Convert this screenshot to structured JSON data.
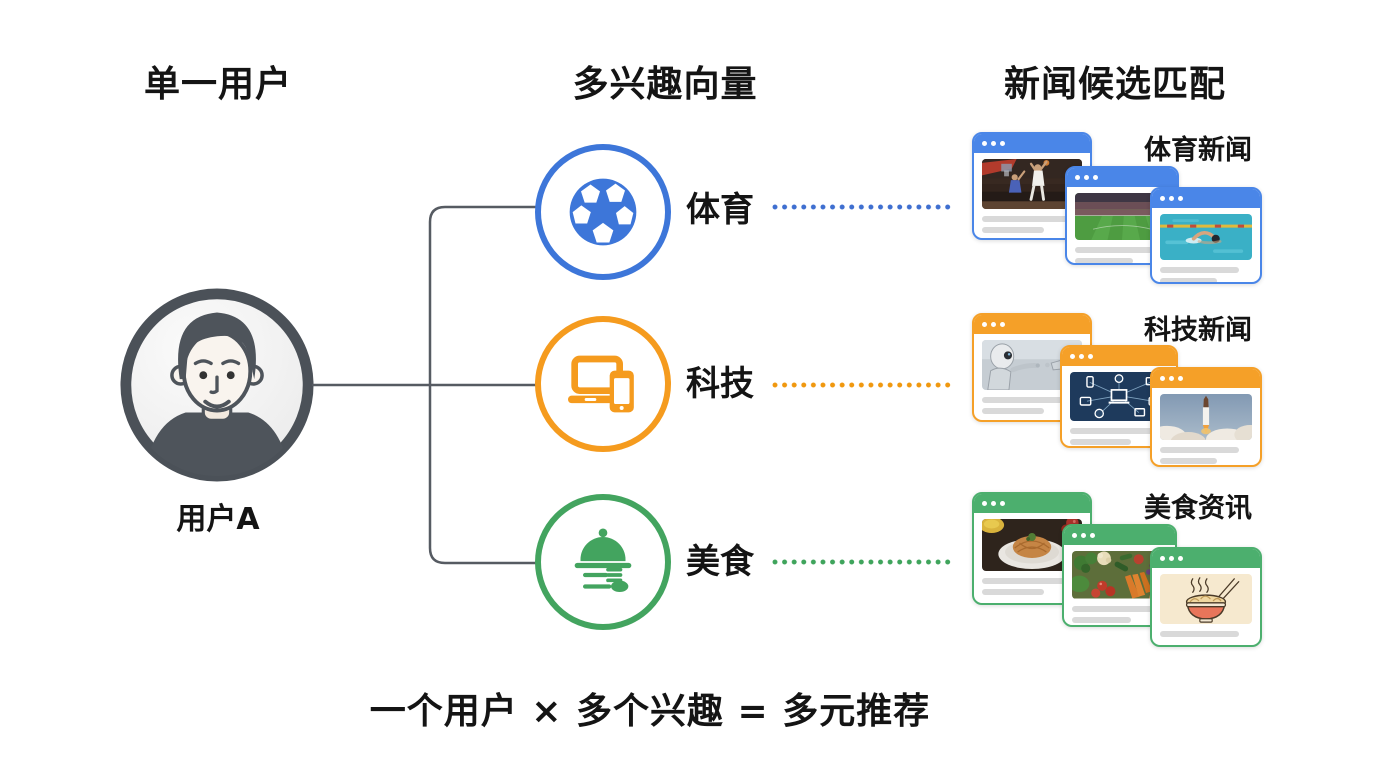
{
  "titles": {
    "left": "单一用户",
    "middle": "多兴趣向量",
    "right": "新闻候选匹配"
  },
  "user": {
    "label": "用户A"
  },
  "interests": [
    {
      "label": "体育",
      "news_title": "体育新闻",
      "color": "#3D76D9",
      "header_color": "#4A86E8",
      "dotted_line_color": "#3F6FD0",
      "icon": "soccer-ball-icon",
      "thumbs": [
        "basketball-photo",
        "stadium-photo",
        "swimmer-photo"
      ]
    },
    {
      "label": "科技",
      "news_title": "科技新闻",
      "color": "#F59B1E",
      "header_color": "#F5A028",
      "dotted_line_color": "#F0980F",
      "icon": "devices-icon",
      "thumbs": [
        "robot-photo",
        "network-photo",
        "rocket-photo"
      ]
    },
    {
      "label": "美食",
      "news_title": "美食资讯",
      "color": "#43A45F",
      "header_color": "#4CAF6E",
      "dotted_line_color": "#3FA45C",
      "icon": "cloche-cutlery-icon",
      "thumbs": [
        "pasta-photo",
        "vegetables-photo",
        "noodle-bowl-illustration"
      ]
    }
  ],
  "footer": {
    "formula": "一个用户 × 多个兴趣 = 多元推荐"
  },
  "style_colors": {
    "background": "#FFFFFF",
    "text": "#141414",
    "connector": "#565B62",
    "placeholder_line": "#D9D9D9"
  }
}
